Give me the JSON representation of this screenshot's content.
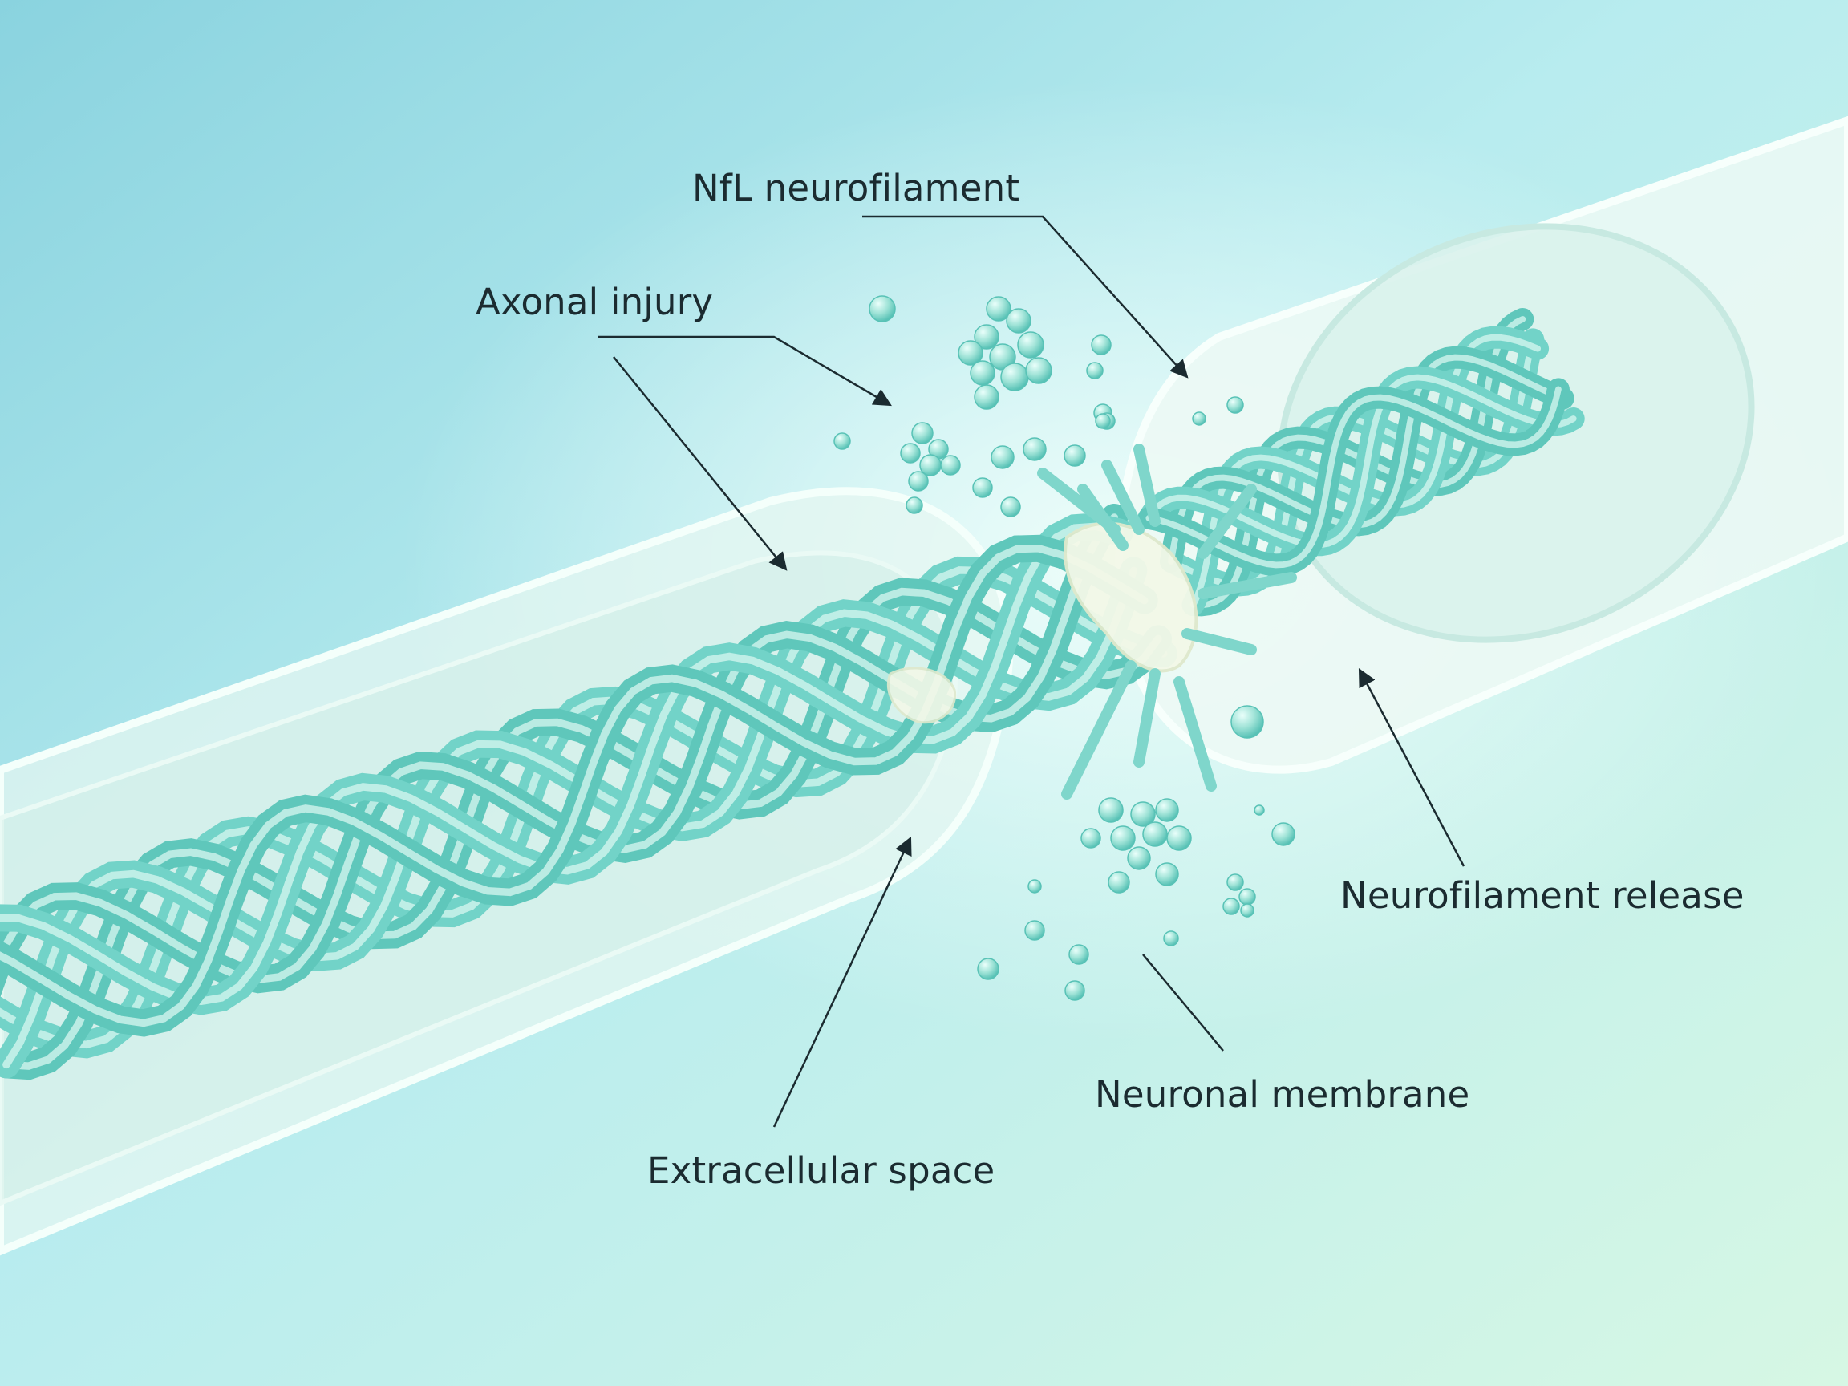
{
  "diagram": {
    "labels": {
      "nfl_neurofilament": "NfL neurofilament",
      "axonal_injury": "Axonal injury",
      "neurofilament_release": "Neurofilament release",
      "neuronal_membrane": "Neuronal membrane",
      "extracellular_space": "Extracellular space"
    },
    "colors": {
      "background_top": "#8fd6e2",
      "background_bottom": "#d4f6e6",
      "filament": "#72d3c8",
      "filament_highlight": "#d8f7f0",
      "membrane": "#e9f7f2",
      "particle": "#86dcd0",
      "label_text": "#1b2b30"
    }
  }
}
